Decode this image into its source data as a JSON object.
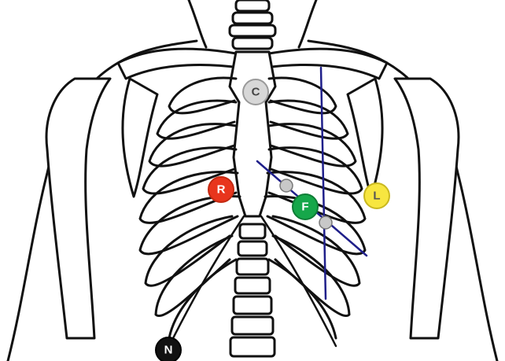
{
  "colors": {
    "guide_line": "#1f1f8a",
    "bone_outline": "#111111",
    "landmark_dot": "#c8c8c8"
  },
  "electrodes": [
    {
      "id": "C",
      "label": "C",
      "fill": "#d7d7d7",
      "text_color": "#444444",
      "stroke": "#9a9a9a"
    },
    {
      "id": "R",
      "label": "R",
      "fill": "#e8351d",
      "text_color": "#ffffff",
      "stroke": "#c42a12"
    },
    {
      "id": "F",
      "label": "F",
      "fill": "#16a74a",
      "text_color": "#ffffff",
      "stroke": "#0f7d36"
    },
    {
      "id": "L",
      "label": "L",
      "fill": "#f7e640",
      "text_color": "#555555",
      "stroke": "#c9b820"
    },
    {
      "id": "N",
      "label": "N",
      "fill": "#111111",
      "text_color": "#ffffff",
      "stroke": "#000000"
    }
  ]
}
